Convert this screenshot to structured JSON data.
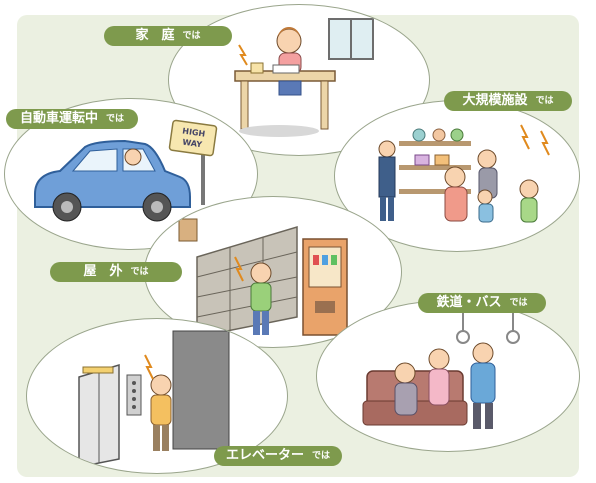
{
  "colors": {
    "pill": "#7e9a4d",
    "panel": "#ebf0e1",
    "ellipse_border": "#9aa58c"
  },
  "scenes": {
    "home": {
      "title": "家　庭",
      "suffix": "では"
    },
    "driving": {
      "title": "自動車運転中",
      "suffix": "では"
    },
    "large_facility": {
      "title": "大規模施設",
      "suffix": "では"
    },
    "outdoors": {
      "title": "屋　外",
      "suffix": "では"
    },
    "train_bus": {
      "title": "鉄道・バス",
      "suffix": "では"
    },
    "elevator": {
      "title": "エレベーター",
      "suffix": "では"
    }
  },
  "signs": {
    "highway_line1": "HIGH",
    "highway_line2": "WAY"
  }
}
